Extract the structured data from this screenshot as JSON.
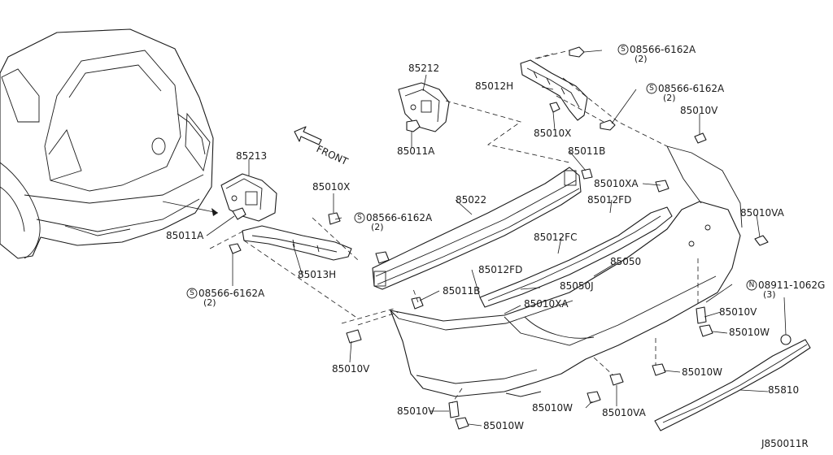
{
  "diagram_id": "J850011R",
  "front_label": "FRONT",
  "parts": [
    {
      "ref": "85212",
      "symbol": "",
      "qty": ""
    },
    {
      "ref": "85012H",
      "symbol": "",
      "qty": ""
    },
    {
      "ref": "08566-6162A",
      "symbol": "S",
      "qty": "(2)"
    },
    {
      "ref": "08566-6162A",
      "symbol": "S",
      "qty": "(2)"
    },
    {
      "ref": "85010X",
      "symbol": "",
      "qty": ""
    },
    {
      "ref": "85010V",
      "symbol": "",
      "qty": ""
    },
    {
      "ref": "85011A",
      "symbol": "",
      "qty": ""
    },
    {
      "ref": "85011B",
      "symbol": "",
      "qty": ""
    },
    {
      "ref": "85213",
      "symbol": "",
      "qty": ""
    },
    {
      "ref": "85010XA",
      "symbol": "",
      "qty": ""
    },
    {
      "ref": "85010X",
      "symbol": "",
      "qty": ""
    },
    {
      "ref": "85022",
      "symbol": "",
      "qty": ""
    },
    {
      "ref": "85012FD",
      "symbol": "",
      "qty": ""
    },
    {
      "ref": "08566-6162A",
      "symbol": "S",
      "qty": "(2)"
    },
    {
      "ref": "85010VA",
      "symbol": "",
      "qty": ""
    },
    {
      "ref": "85011A",
      "symbol": "",
      "qty": ""
    },
    {
      "ref": "85012FC",
      "symbol": "",
      "qty": ""
    },
    {
      "ref": "85050",
      "symbol": "",
      "qty": ""
    },
    {
      "ref": "85013H",
      "symbol": "",
      "qty": ""
    },
    {
      "ref": "85012FD",
      "symbol": "",
      "qty": ""
    },
    {
      "ref": "08911-1062G",
      "symbol": "N",
      "qty": "(3)"
    },
    {
      "ref": "08566-6162A",
      "symbol": "S",
      "qty": "(2)"
    },
    {
      "ref": "85050J",
      "symbol": "",
      "qty": ""
    },
    {
      "ref": "85011B",
      "symbol": "",
      "qty": ""
    },
    {
      "ref": "85010XA",
      "symbol": "",
      "qty": ""
    },
    {
      "ref": "85010V",
      "symbol": "",
      "qty": ""
    },
    {
      "ref": "85010W",
      "symbol": "",
      "qty": ""
    },
    {
      "ref": "85010V",
      "symbol": "",
      "qty": ""
    },
    {
      "ref": "85010W",
      "symbol": "",
      "qty": ""
    },
    {
      "ref": "85810",
      "symbol": "",
      "qty": ""
    },
    {
      "ref": "85010W",
      "symbol": "",
      "qty": ""
    },
    {
      "ref": "85010VA",
      "symbol": "",
      "qty": ""
    },
    {
      "ref": "85010V",
      "symbol": "",
      "qty": ""
    },
    {
      "ref": "85010W",
      "symbol": "",
      "qty": ""
    }
  ]
}
